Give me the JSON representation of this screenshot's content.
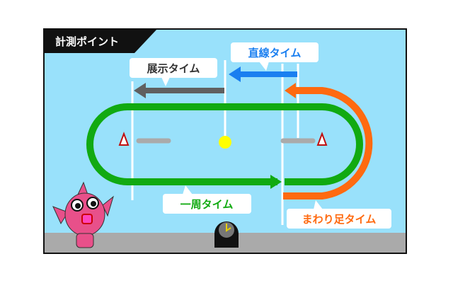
{
  "title": "計測ポイント",
  "labels": {
    "exhibition": "展示タイム",
    "straight": "直線タイム",
    "lap": "一周タイム",
    "turn": "まわり足タイム"
  },
  "colors": {
    "water": "#99e1fb",
    "ground": "#aaaaaa",
    "track": "#11aa11",
    "straight": "#1a7ff0",
    "exhibition": "#606060",
    "turn": "#ff6a10",
    "lap_text": "#11aa11"
  }
}
